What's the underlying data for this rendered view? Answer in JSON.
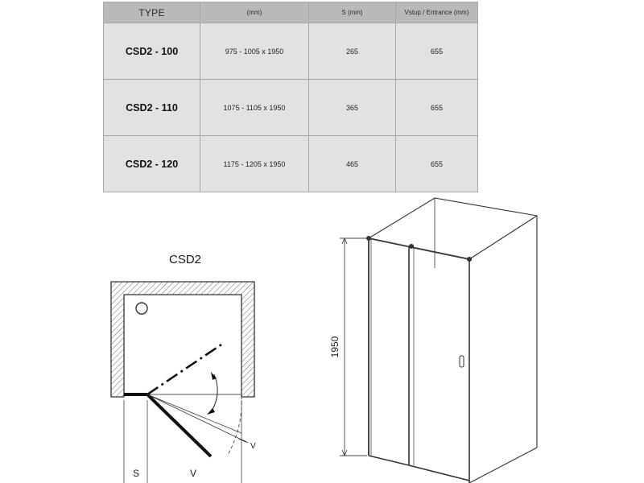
{
  "table": {
    "headers": [
      "TYPE",
      "(mm)",
      "S (mm)",
      "Vstup / Entrance (mm)"
    ],
    "rows": [
      {
        "type": "CSD2 - 100",
        "dimensions": "975 - 1005 x 1950",
        "s": "265",
        "entrance": "655"
      },
      {
        "type": "CSD2 - 110",
        "dimensions": "1075 - 1105 x 1950",
        "s": "365",
        "entrance": "655"
      },
      {
        "type": "CSD2 - 120",
        "dimensions": "1175 - 1205 x 1950",
        "s": "465",
        "entrance": "655"
      }
    ]
  },
  "plan": {
    "title": "CSD2",
    "label_s": "S",
    "label_v": "V",
    "label_angle_v": "V"
  },
  "elevation": {
    "height_label": "1950"
  }
}
